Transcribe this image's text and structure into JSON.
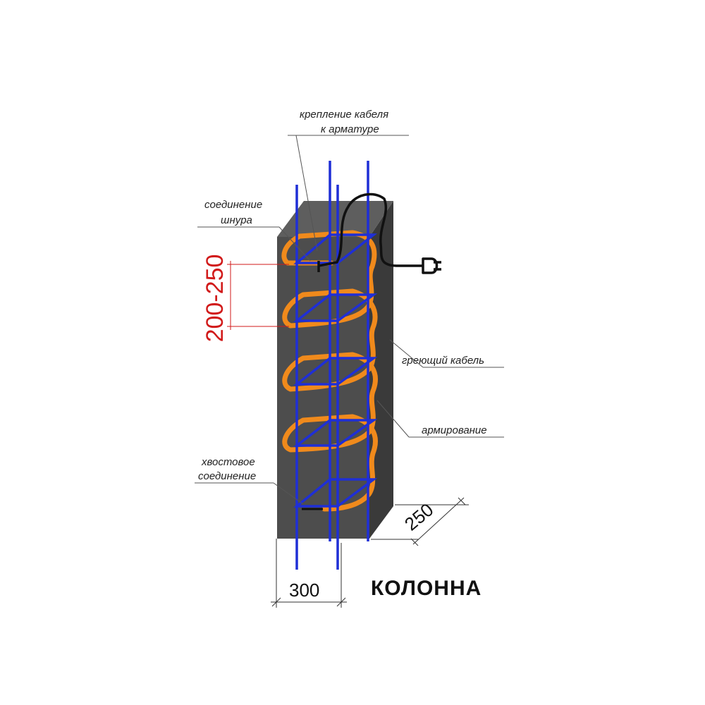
{
  "title": "КОЛОННА",
  "labels": {
    "cable_fastening_line1": "крепление кабеля",
    "cable_fastening_line2": "к арматуре",
    "cord_connection_line1": "соединение",
    "cord_connection_line2": "шнура",
    "heating_cable": "греющий кабель",
    "reinforcement": "армирование",
    "tail_connection_line1": "хвостовое",
    "tail_connection_line2": "соединение"
  },
  "dimensions": {
    "pitch": "200-250",
    "width": "300",
    "depth": "250"
  },
  "colors": {
    "concrete_front": "#4d4d4d",
    "concrete_side": "#3a3a3a",
    "concrete_top": "#5e5e5e",
    "rebar": "#1f2fd6",
    "heating_cable": "#f08a1c",
    "cord": "#111111",
    "pitch_dimension": "#d11a1a"
  }
}
